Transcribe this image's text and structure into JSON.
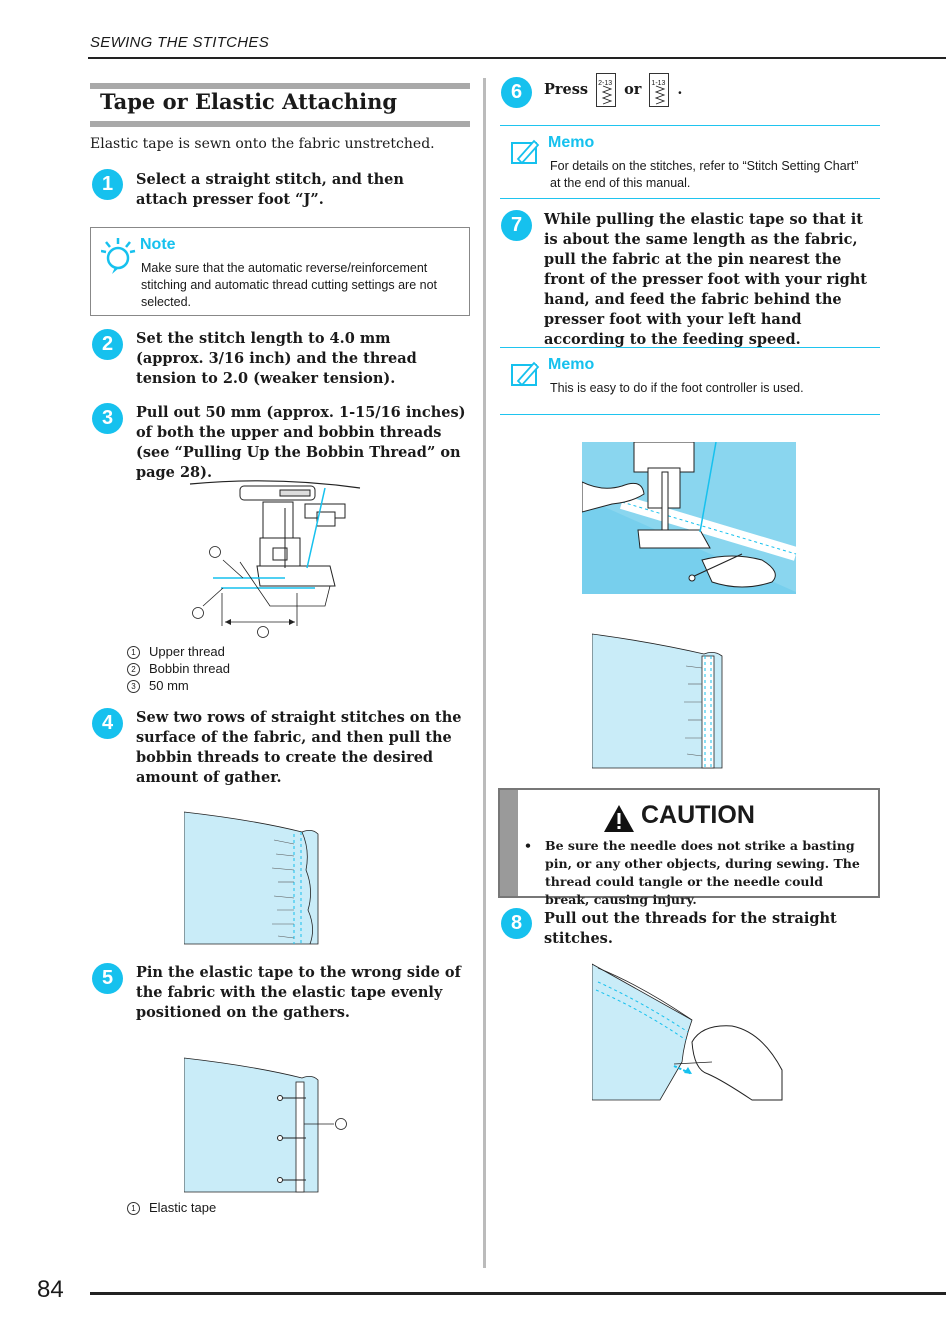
{
  "header": {
    "section": "SEWING THE STITCHES"
  },
  "section_title": "Tape or Elastic Attaching",
  "intro": "Elastic tape is sewn onto the fabric unstretched.",
  "steps": [
    {
      "num": "1",
      "text": "Select a straight stitch, and then attach presser foot “J”."
    },
    {
      "num": "2",
      "text": "Set the stitch length to 4.0 mm (approx. 3/16 inch) and the thread tension to 2.0 (weaker tension)."
    },
    {
      "num": "3",
      "text": "Pull out 50 mm (approx. 1-15/16 inches) of both the upper and bobbin threads (see “Pulling Up the Bobbin Thread” on page 28)."
    },
    {
      "num": "4",
      "text": "Sew two rows of straight stitches on the surface of the fabric, and then pull the bobbin threads to create the desired amount of gather."
    },
    {
      "num": "5",
      "text": "Pin the elastic tape to the wrong side of the fabric with the elastic tape evenly positioned on the gathers."
    },
    {
      "num": "6",
      "press": "Press",
      "or": "or",
      "period": ".",
      "key1": "2-13",
      "key2": "1-13"
    },
    {
      "num": "7",
      "text": "While pulling the elastic tape so that it is about the same length as the fabric, pull the fabric at the pin nearest the front of the presser foot with your right hand, and feed the fabric behind the presser foot with your left hand according to the feeding speed."
    },
    {
      "num": "8",
      "text": "Pull out the threads for the straight stitches."
    }
  ],
  "note": {
    "title": "Note",
    "body": "Make sure that the automatic reverse/reinforcement stitching and automatic thread cutting settings are not selected."
  },
  "figure3_legend": [
    {
      "n": "1",
      "label": "Upper thread"
    },
    {
      "n": "2",
      "label": "Bobbin thread"
    },
    {
      "n": "3",
      "label": "50 mm"
    }
  ],
  "figure5_legend": [
    {
      "n": "1",
      "label": "Elastic tape"
    }
  ],
  "memo1": {
    "title": "Memo",
    "body": "For details on the stitches, refer to “Stitch Setting Chart” at the end of this manual."
  },
  "memo2": {
    "title": "Memo",
    "body": "This is easy to do if the foot controller is used."
  },
  "caution": {
    "title": "CAUTION",
    "bullet": "•",
    "body": "Be sure the needle does not strike a basting pin, or any other objects, during sewing. The thread could tangle or the needle could break, causing injury."
  },
  "page_number": "84",
  "colors": {
    "accent": "#16c1ee",
    "fabric": "#c9ecf8",
    "fabric_dark": "#8ad6ef"
  }
}
